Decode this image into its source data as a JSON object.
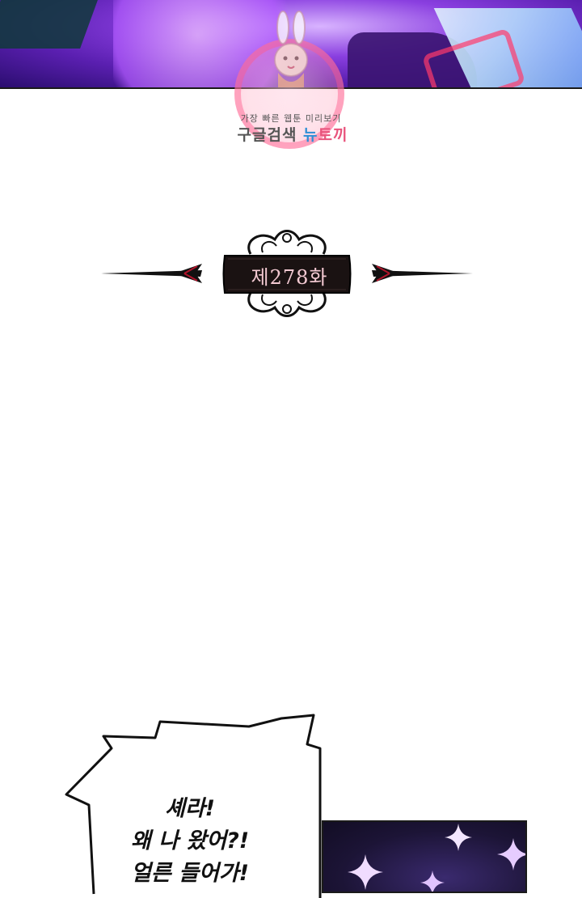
{
  "watermark": {
    "small_text": "가장 빠른 웹툰 미리보기",
    "big_text_part1": "구글검색 ",
    "big_text_part2": "뉴",
    "big_text_part3": "토끼",
    "icon": "bunny-mascot-icon"
  },
  "chapter": {
    "title": "제278화"
  },
  "speech_bubble": {
    "lines": [
      "셰라!",
      "왜 나 왔어?!",
      "얼른 들어가!"
    ]
  },
  "colors": {
    "chapter_plate": "#1a1212",
    "chapter_text": "#f3c9d2",
    "accent_red": "#b0142a",
    "watermark_pink": "#ff5a8c",
    "watermark_blue": "#2e8fd6"
  }
}
